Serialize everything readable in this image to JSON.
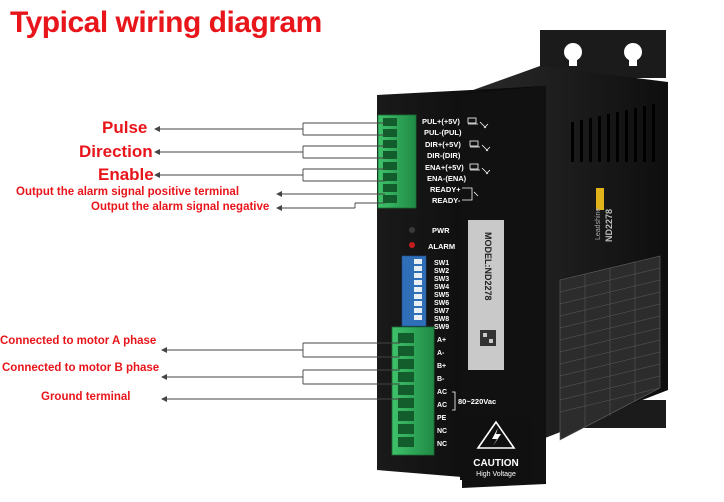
{
  "title": "Typical wiring diagram",
  "labels": {
    "pulse": "Pulse",
    "direction": "Direction",
    "enable": "Enable",
    "alarm_positive": "Output the alarm signal positive terminal",
    "alarm_negative": "Output the alarm signal negative",
    "motor_a": "Connected to motor A phase",
    "motor_b": "Connected to motor B phase",
    "ground": "Ground terminal"
  },
  "device": {
    "signal_terminals": [
      "PUL+(+5V)",
      "PUL-(PUL)",
      "DIR+(+5V)",
      "DIR-(DIR)",
      "ENA+(+5V)",
      "ENA-(ENA)",
      "READY+",
      "READY-"
    ],
    "indicators": [
      "PWR",
      "ALARM"
    ],
    "switches": [
      "SW1",
      "SW2",
      "SW3",
      "SW4",
      "SW5",
      "SW6",
      "SW7",
      "SW8",
      "SW9"
    ],
    "power_terminals": [
      "A+",
      "A-",
      "B+",
      "B-",
      "AC",
      "AC",
      "PE",
      "NC",
      "NC"
    ],
    "voltage": "80~220Vac",
    "model": "MODEL:ND2278",
    "brand_side": "Leadshine",
    "model_side": "ND2278",
    "caution": "CAUTION",
    "high_voltage": "High Voltage"
  }
}
